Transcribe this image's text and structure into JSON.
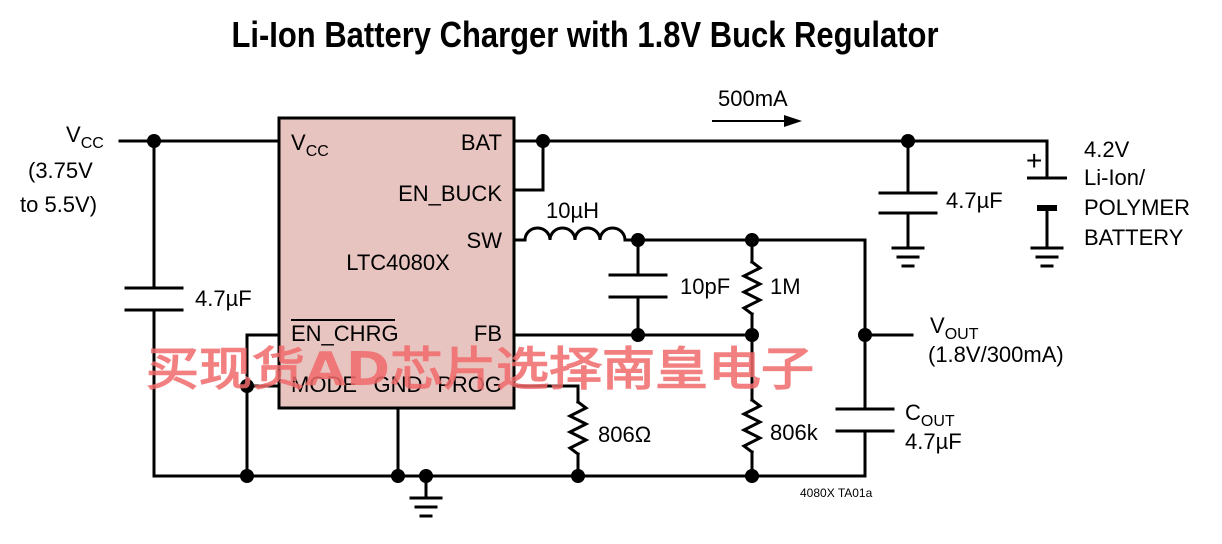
{
  "title": "Li-Ion Battery Charger with 1.8V Buck Regulator",
  "colors": {
    "chip_fill": "#e8c4c0",
    "watermark": "#f06a6a"
  },
  "chip": {
    "name": "LTC4080X",
    "pins": {
      "vcc_main": "V",
      "vcc_sub": "CC",
      "bat": "BAT",
      "en_buck": "EN_BUCK",
      "sw": "SW",
      "en_chrg": "EN_CHRG",
      "fb": "FB",
      "mode": "MODE",
      "gnd": "GND",
      "prog": "PROG"
    }
  },
  "input": {
    "label_main": "V",
    "label_sub": "CC",
    "range_line1": "(3.75V",
    "range_line2": "to 5.5V)"
  },
  "components": {
    "cin": "4.7µF",
    "inductor": "10µH",
    "cff": "10pF",
    "r_top": "1M",
    "r_bottom": "806k",
    "r_prog": "806Ω",
    "cbat": "4.7µF",
    "cout_main": "C",
    "cout_sub": "OUT",
    "cout_value": "4.7µF"
  },
  "current_label": "500mA",
  "battery": {
    "line1": "4.2V",
    "line2": "Li-Ion/",
    "line3": "POLYMER",
    "line4": "BATTERY",
    "plus": "+"
  },
  "output": {
    "label_main": "V",
    "label_sub": "OUT",
    "spec": "(1.8V/300mA)"
  },
  "figure_id": "4080X TA01a",
  "watermark": "买现货AD芯片选择南皇电子"
}
